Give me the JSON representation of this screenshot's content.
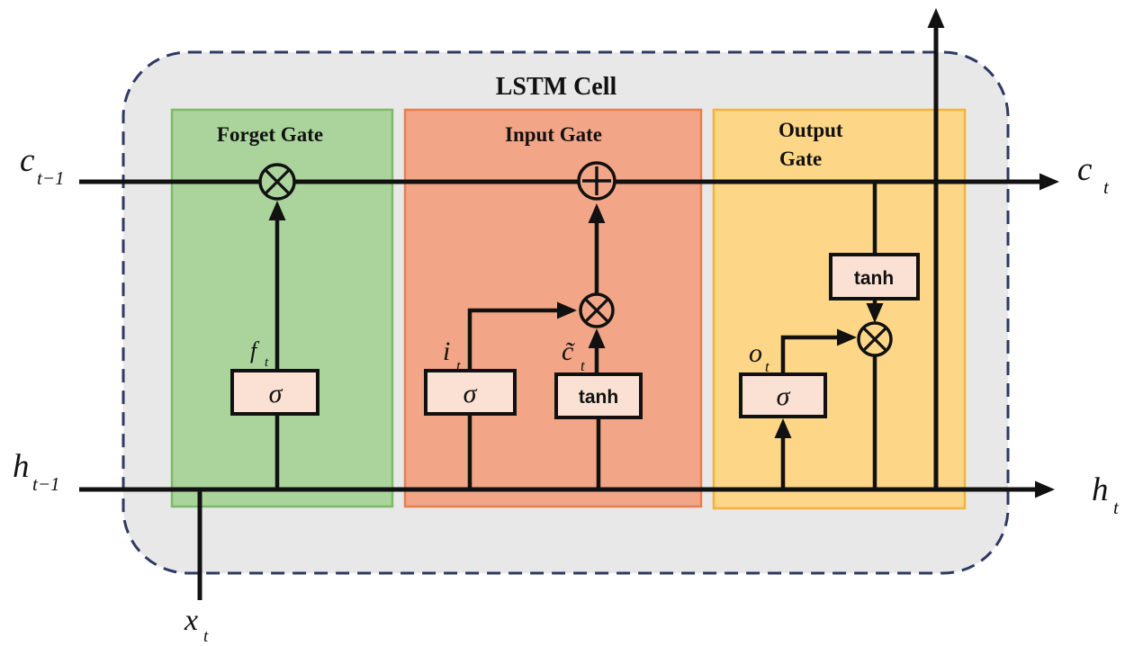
{
  "title": "LSTM Cell",
  "colors": {
    "outer_fill": "#e9e8e8",
    "outer_border": "#2e3a63",
    "forget_fill": "#aad49c",
    "forget_border": "#7eb96a",
    "input_fill": "#f2a687",
    "input_border": "#e97e52",
    "output_fill": "#fdd687",
    "output_border": "#f2b33c",
    "op_box_fill": "#fbe1d3",
    "line_color": "#111111"
  },
  "gates": {
    "forget": {
      "label": "Forget Gate",
      "sigma": "σ",
      "signal": {
        "base": "f",
        "sub": "t"
      }
    },
    "input": {
      "label": "Input Gate",
      "sigma": "σ",
      "tanh": "tanh",
      "input_signal": {
        "base": "i",
        "sub": "t"
      },
      "candidate_signal": {
        "base": "c̃",
        "sub": "t"
      }
    },
    "output": {
      "label_line1": "Output",
      "label_line2": "Gate",
      "sigma": "σ",
      "tanh": "tanh",
      "signal": {
        "base": "o",
        "sub": "t"
      }
    }
  },
  "io": {
    "cell_state_in": {
      "base": "c",
      "sub": "t−1"
    },
    "cell_state_out": {
      "base": "c",
      "sub": "t"
    },
    "hidden_in": {
      "base": "h",
      "sub": "t−1"
    },
    "hidden_out": {
      "base": "h",
      "sub": "t"
    },
    "input_vector": {
      "base": "x",
      "sub": "t"
    }
  }
}
